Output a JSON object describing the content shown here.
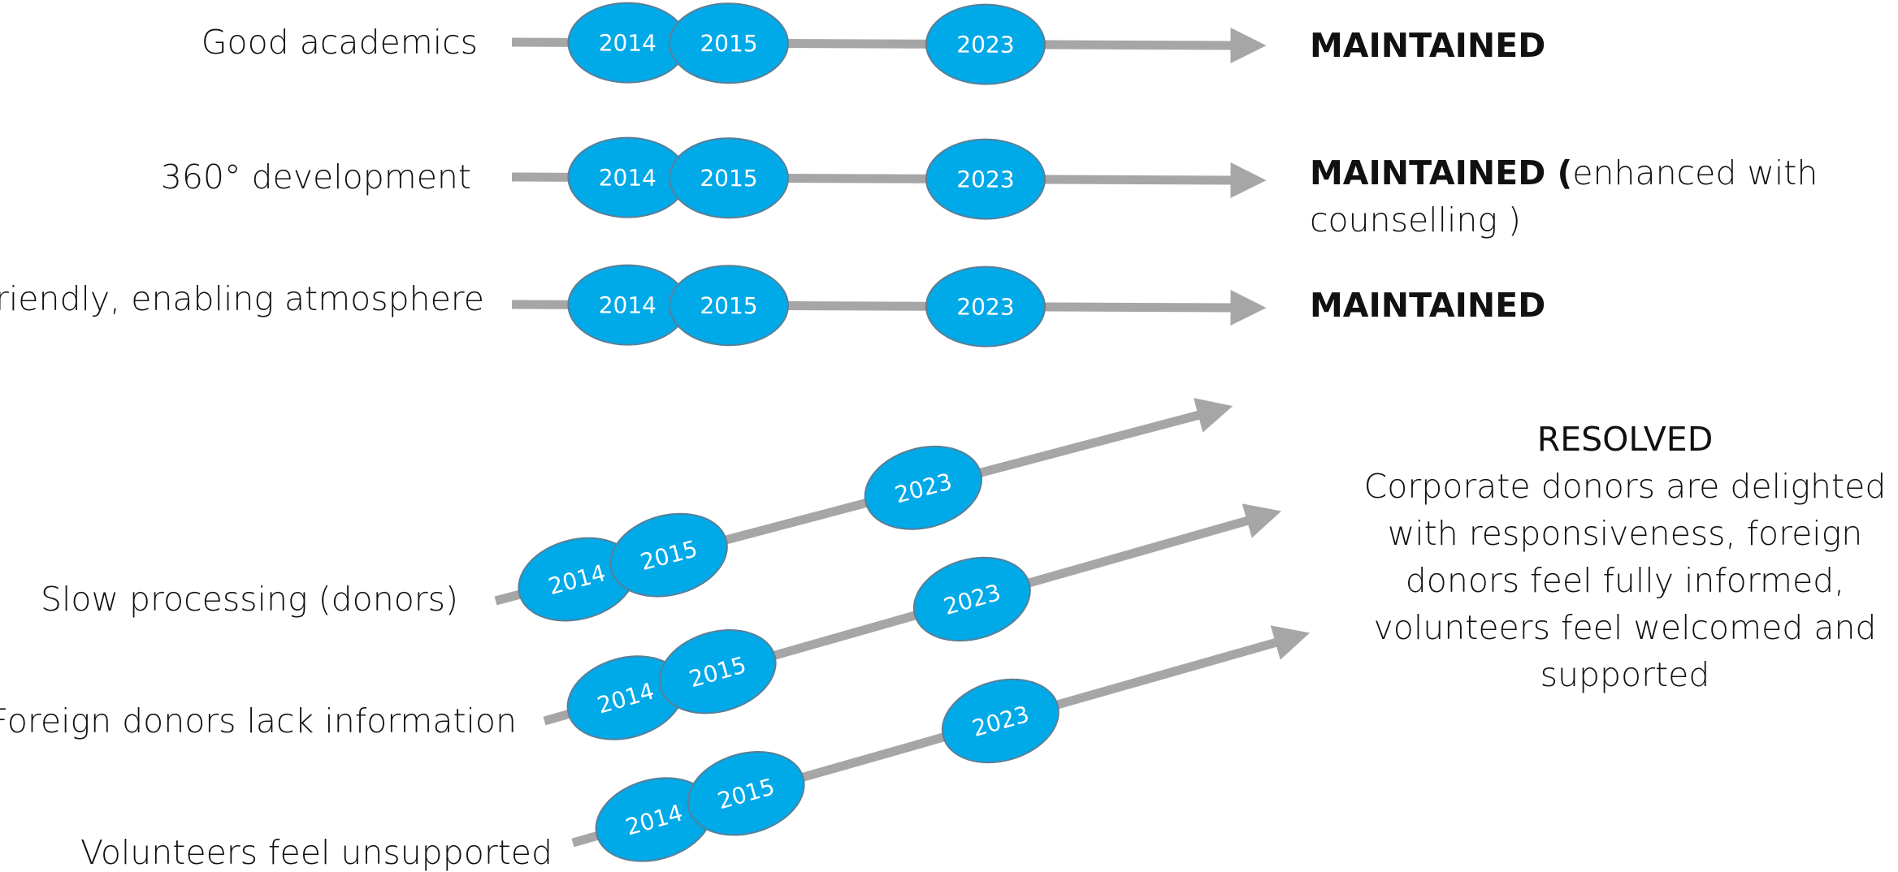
{
  "rows": [
    {
      "label": "Good academics",
      "years": [
        "2014",
        "2015",
        "2023"
      ],
      "status": "MAINTAINED",
      "note": ""
    },
    {
      "label": "360° development",
      "years": [
        "2014",
        "2015",
        "2023"
      ],
      "status": "MAINTAINED (",
      "note": "enhanced with",
      "note_line2": "counselling )"
    },
    {
      "label": "Friendly, enabling atmosphere",
      "years": [
        "2014",
        "2015",
        "2023"
      ],
      "status": "MAINTAINED",
      "note": ""
    },
    {
      "label": "Slow processing (donors)",
      "years": [
        "2014",
        "2015",
        "2023"
      ]
    },
    {
      "label": "Foreign donors lack  information",
      "years": [
        "2014",
        "2015",
        "2023"
      ]
    },
    {
      "label": "Volunteers feel unsupported",
      "years": [
        "2014",
        "2015",
        "2023"
      ]
    }
  ],
  "resolved": {
    "heading": "RESOLVED",
    "lines": [
      "Corporate donors are delighted",
      "with responsiveness, foreign",
      "donors feel fully informed,",
      "volunteers feel welcomed and",
      "supported"
    ]
  },
  "colors": {
    "ellipse": "#00a9e8",
    "ellipse_stroke": "#5a7f96",
    "line": "#a6a6a6",
    "year_text": "#ffffff"
  }
}
